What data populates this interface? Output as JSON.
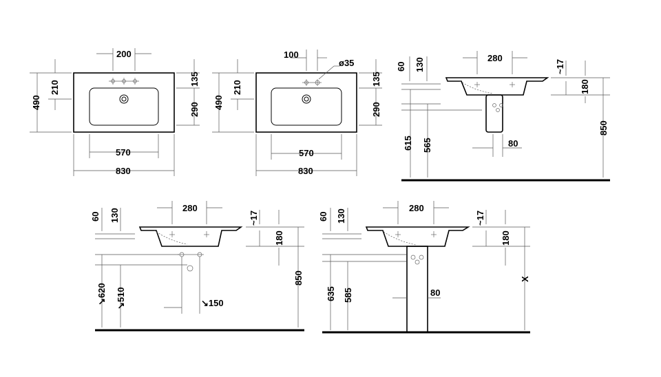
{
  "top_view_1": {
    "width_overall": "830",
    "width_bowl": "570",
    "depth_overall": "490",
    "tap_spacing": "200",
    "tap_offset": "210",
    "edge_offset": "135",
    "bowl_depth": "290"
  },
  "top_view_2": {
    "width_overall": "830",
    "width_bowl": "570",
    "depth_overall": "490",
    "tap_offset_x": "100",
    "tap_hole_dia": "ø35",
    "tap_offset": "210",
    "edge_offset": "135",
    "bowl_depth": "290"
  },
  "side_view_1": {
    "tap_spacing": "280",
    "rim": "60",
    "bowl_h": "130",
    "overhang": "~17",
    "depth": "180",
    "height_total": "850",
    "height_a": "615",
    "height_b": "565",
    "siphon_w": "80"
  },
  "side_view_2": {
    "tap_spacing": "280",
    "rim": "60",
    "bowl_h": "130",
    "overhang": "~17",
    "depth": "180",
    "height_total": "850",
    "height_a": "↘620",
    "height_b": "↘510",
    "drain_offset": "↘150"
  },
  "side_view_3": {
    "tap_spacing": "280",
    "rim": "60",
    "bowl_h": "130",
    "overhang": "~17",
    "depth": "180",
    "height_x": "X",
    "height_a": "635",
    "height_b": "585",
    "siphon_w": "80"
  }
}
